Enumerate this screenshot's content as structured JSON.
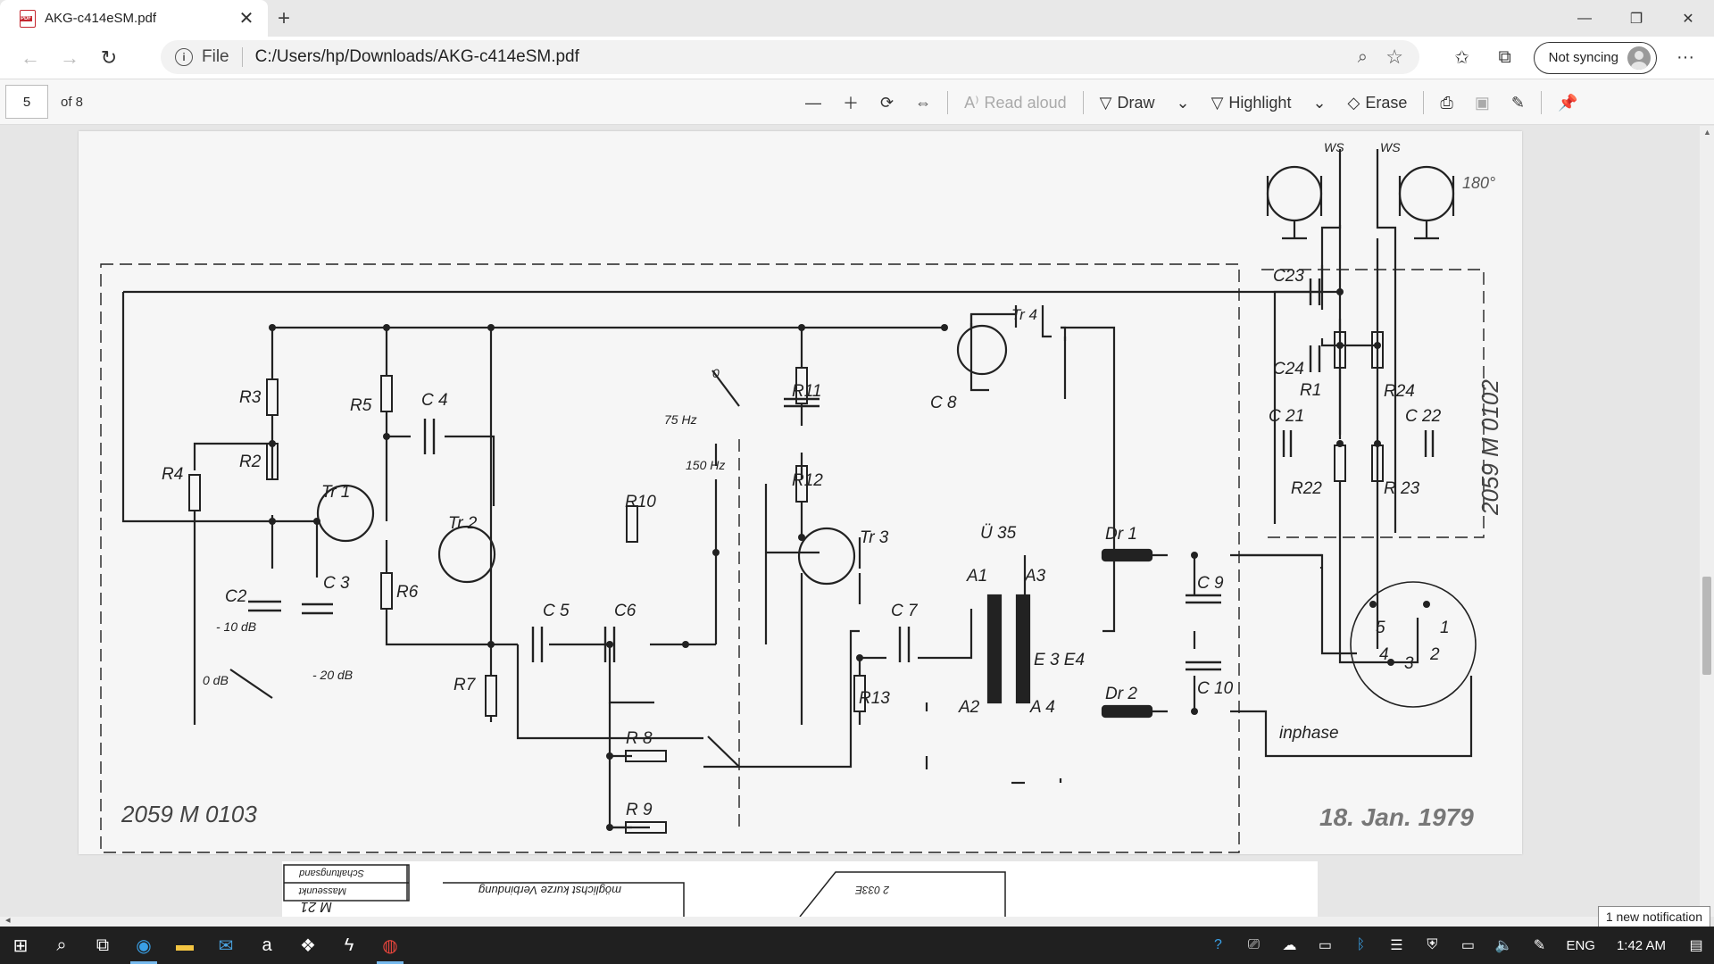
{
  "browser": {
    "tab_title": "AKG-c414eSM.pdf",
    "new_tab": "+",
    "address_scheme": "File",
    "address_url": "C:/Users/hp/Downloads/AKG-c414eSM.pdf",
    "sync_label": "Not syncing",
    "more": "···"
  },
  "pdf_toolbar": {
    "page_number": "5",
    "page_of": "of 8",
    "read_aloud": "Read aloud",
    "draw": "Draw",
    "highlight": "Highlight",
    "erase": "Erase"
  },
  "schematic": {
    "labels": {
      "r3": "R3",
      "r2": "R2",
      "r4": "R4",
      "r5": "R5",
      "c4": "C 4",
      "tr1": "Tr 1",
      "tr2": "Tr 2",
      "r6": "R6",
      "c2": "C2",
      "c3": "C 3",
      "c2_db": "- 10 dB",
      "c3_db": "- 20 dB",
      "odb": "0 dB",
      "r7": "R7",
      "c5": "C 5",
      "c6": "C6",
      "r10": "R10",
      "hz75": "75 Hz",
      "hz150": "150 Hz",
      "zero": "0",
      "r11": "R11",
      "r12": "R12",
      "tr3": "Tr 3",
      "c7": "C 7",
      "r13": "R13",
      "c8": "C 8",
      "tr4": "Tr 4",
      "u35": "Ü 35",
      "a1": "A1",
      "a3": "A3",
      "a2": "A2",
      "a4": "A 4",
      "e3e4": "E 3  E4",
      "dr1": "Dr 1",
      "dr2": "Dr 2",
      "c9": "C 9",
      "c10": "C 10",
      "r8": "R 8",
      "r9": "R 9",
      "c23": "C23",
      "c24": "C24",
      "r1": "R1",
      "r24": "R24",
      "c21": "C 21",
      "c22": "C 22",
      "r22": "R22",
      "r23": "R 23",
      "ws1": "WS",
      "ws2": "WS",
      "deg180": "180°",
      "pin5": "5",
      "pin1": "1",
      "pin4": "4",
      "pin3": "3",
      "pin2": "2",
      "inphase": "inphase",
      "id_left": "2059  M 0103",
      "id_right": "2059  M 0102",
      "date_stamp": "18.  Jan.  1979"
    }
  },
  "page2": {
    "bottom_labels": [
      "M 21",
      "möglichst kurze Verbindung",
      "2 033E",
      "Masseunkt",
      "Schaltungsand"
    ]
  },
  "notification": "1 new notification",
  "taskbar": {
    "lang": "ENG",
    "time": "1:42 AM"
  }
}
